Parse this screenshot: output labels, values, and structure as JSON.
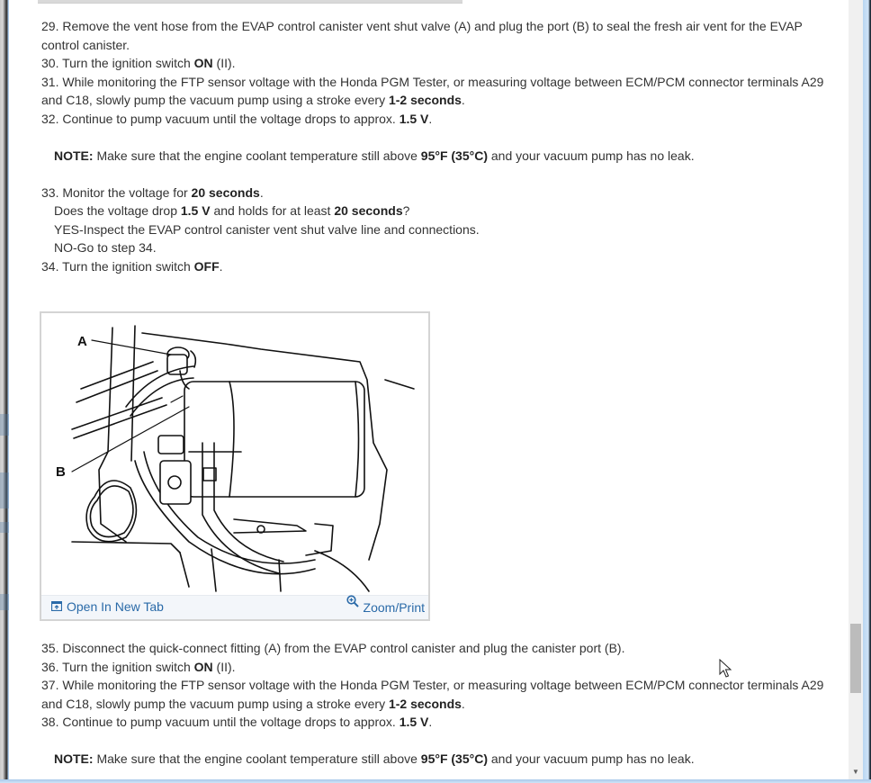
{
  "steps_top": [
    {
      "id": "29",
      "text_parts": [
        {
          "t": "29. Remove the vent hose from the EVAP control canister vent shut valve (A) and plug the port (B) to seal the fresh air vent for the EVAP control canister.",
          "b": false
        }
      ]
    },
    {
      "id": "30",
      "text_parts": [
        {
          "t": "30. Turn the ignition switch ",
          "b": false
        },
        {
          "t": "ON",
          "b": true
        },
        {
          "t": " (II).",
          "b": false
        }
      ]
    },
    {
      "id": "31",
      "text_parts": [
        {
          "t": "31. While monitoring the FTP sensor voltage with the Honda PGM Tester, or measuring voltage between ECM/PCM connector terminals A29 and C18, slowly pump the vacuum pump using a stroke every ",
          "b": false
        },
        {
          "t": "1-2 seconds",
          "b": true
        },
        {
          "t": ".",
          "b": false
        }
      ]
    },
    {
      "id": "32",
      "text_parts": [
        {
          "t": "32. Continue to pump vacuum until the voltage drops to approx. ",
          "b": false
        },
        {
          "t": "1.5 V",
          "b": true
        },
        {
          "t": ".",
          "b": false
        }
      ]
    }
  ],
  "note_top": [
    {
      "t": "NOTE:",
      "b": true
    },
    {
      "t": " Make sure that the engine coolant temperature still above ",
      "b": false
    },
    {
      "t": "95°F (35°C)",
      "b": true
    },
    {
      "t": " and your vacuum pump has no leak.",
      "b": false
    }
  ],
  "steps_mid": [
    {
      "id": "33",
      "indent": false,
      "text_parts": [
        {
          "t": "33. Monitor the voltage for ",
          "b": false
        },
        {
          "t": "20 seconds",
          "b": true
        },
        {
          "t": ".",
          "b": false
        }
      ]
    },
    {
      "id": "33q",
      "indent": true,
      "text_parts": [
        {
          "t": "Does the voltage drop ",
          "b": false
        },
        {
          "t": "1.5 V",
          "b": true
        },
        {
          "t": " and holds for at least ",
          "b": false
        },
        {
          "t": "20 seconds",
          "b": true
        },
        {
          "t": "?",
          "b": false
        }
      ]
    },
    {
      "id": "33yes",
      "indent": true,
      "text_parts": [
        {
          "t": "YES-Inspect the EVAP control canister vent shut valve line and connections.",
          "b": false
        }
      ]
    },
    {
      "id": "33no",
      "indent": true,
      "text_parts": [
        {
          "t": "NO-Go to step 34.",
          "b": false
        }
      ]
    },
    {
      "id": "34",
      "indent": false,
      "text_parts": [
        {
          "t": "34. Turn the ignition switch ",
          "b": false
        },
        {
          "t": "OFF",
          "b": true
        },
        {
          "t": ".",
          "b": false
        }
      ]
    }
  ],
  "figure": {
    "label_a": "A",
    "label_b": "B",
    "open_new_tab": "Open In New Tab",
    "zoom_print": "Zoom/Print",
    "open_icon": "open-new-tab-icon",
    "zoom_icon": "magnifier-plus-icon"
  },
  "steps_bottom": [
    {
      "id": "35",
      "text_parts": [
        {
          "t": "35. Disconnect the quick-connect fitting (A) from the EVAP control canister and plug the canister port (B).",
          "b": false
        }
      ]
    },
    {
      "id": "36",
      "text_parts": [
        {
          "t": "36. Turn the ignition switch ",
          "b": false
        },
        {
          "t": "ON",
          "b": true
        },
        {
          "t": " (II).",
          "b": false
        }
      ]
    },
    {
      "id": "37",
      "text_parts": [
        {
          "t": "37. While monitoring the FTP sensor voltage with the Honda PGM Tester, or measuring voltage between ECM/PCM connector terminals A29 and C18, slowly pump the vacuum pump using a stroke every ",
          "b": false
        },
        {
          "t": "1-2 seconds",
          "b": true
        },
        {
          "t": ".",
          "b": false
        }
      ]
    },
    {
      "id": "38",
      "text_parts": [
        {
          "t": "38. Continue to pump vacuum until the voltage drops to approx. ",
          "b": false
        },
        {
          "t": "1.5 V",
          "b": true
        },
        {
          "t": ".",
          "b": false
        }
      ]
    }
  ],
  "note_bottom": [
    {
      "t": "NOTE:",
      "b": true
    },
    {
      "t": " Make sure that the engine coolant temperature still above ",
      "b": false
    },
    {
      "t": "95°F (35°C)",
      "b": true
    },
    {
      "t": " and your vacuum pump has no leak.",
      "b": false
    }
  ],
  "colors": {
    "text": "#333333",
    "link": "#2a6aa8",
    "figure_bar_bg": "#f3f6fa",
    "scroll_thumb": "#bcbcbc"
  }
}
